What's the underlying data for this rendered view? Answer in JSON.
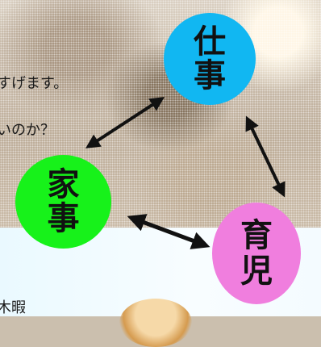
{
  "background": {
    "text_lines": [
      "すげます。",
      "いのか？",
      "木暇"
    ]
  },
  "diagram": {
    "nodes": [
      {
        "id": "work",
        "chars": [
          "仕",
          "事"
        ],
        "color": "#11b7f2"
      },
      {
        "id": "housework",
        "chars": [
          "家",
          "事"
        ],
        "color": "#17f21a"
      },
      {
        "id": "childcare",
        "chars": [
          "育",
          "児"
        ],
        "color": "#f07ede"
      }
    ],
    "edges": [
      {
        "from": "work",
        "to": "housework",
        "style": "double-arrow"
      },
      {
        "from": "work",
        "to": "childcare",
        "style": "double-arrow"
      },
      {
        "from": "housework",
        "to": "childcare",
        "style": "double-arrow"
      }
    ],
    "arrow_color": "#111111"
  }
}
